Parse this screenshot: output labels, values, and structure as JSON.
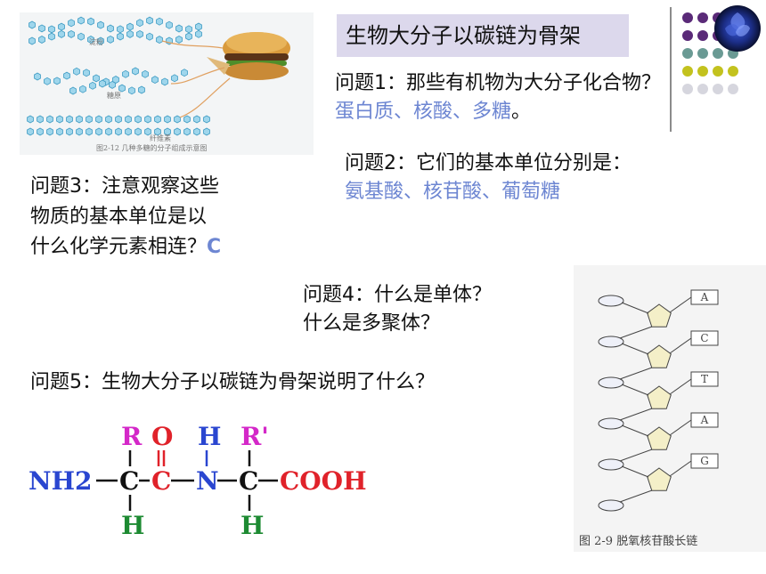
{
  "title": "生物大分子以碳链为骨架",
  "polysaccharide_figure": {
    "labels": [
      "淀粉",
      "糖原",
      "纤维素"
    ],
    "caption": "图2-12 几种多糖的分子组成示意图"
  },
  "questions": {
    "q1": {
      "text": "问题1：那些有机物为大分子化合物？",
      "answer": "蛋白质、核酸、多糖",
      "answer_suffix": "。"
    },
    "q2": {
      "text": "问题2：它们的基本单位分别是：",
      "answer": "氨基酸、核苷酸、葡萄糖"
    },
    "q3": {
      "lines": [
        "问题3：注意观察这些",
        "物质的基本单位是以",
        "什么化学元素相连？"
      ],
      "answer": "C"
    },
    "q4": {
      "lines": [
        "问题4：什么是单体？",
        "什么是多聚体？"
      ]
    },
    "q5": {
      "text": "问题5：生物大分子以碳链为骨架说明了什么？"
    }
  },
  "peptide_formula": {
    "top": [
      "R",
      "O",
      "H",
      "R'"
    ],
    "main": [
      "NH2",
      "C",
      "C",
      "N",
      "C",
      "COOH"
    ],
    "bottom": [
      "H",
      "H"
    ],
    "colors": {
      "r_group": "#d428c8",
      "carbonyl": "#e0222a",
      "nitrogen": "#2a46d0",
      "carbon": "#111111",
      "hydrogen": "#1d8a32"
    }
  },
  "dna_figure": {
    "bases": [
      "A",
      "C",
      "T",
      "A",
      "G"
    ],
    "caption": "图 2-9  脱氧核苷酸长链"
  },
  "decor_colors": {
    "purple": "#5a2a78",
    "teal": "#6a9a94",
    "olive": "#c3c21e",
    "gray": "#d6d6de"
  }
}
